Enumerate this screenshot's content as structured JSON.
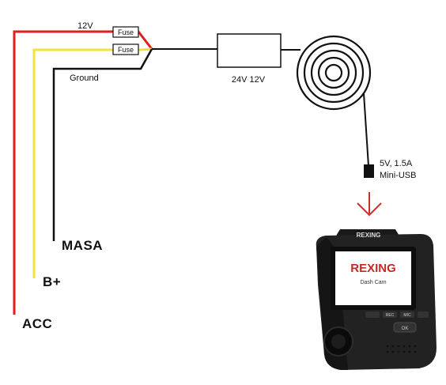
{
  "wires": {
    "top_label": "12V",
    "ground_label": "Ground",
    "fuse_1": "Fuse",
    "fuse_2": "Fuse"
  },
  "converter": {
    "label": "24V  12V"
  },
  "usb": {
    "line_1": "5V, 1.5A",
    "line_2": "Mini-USB"
  },
  "terminals": {
    "masa": "MASA",
    "bplus": "B+",
    "acc": "ACC"
  },
  "camera": {
    "brand_top": "REXING",
    "brand_screen": "REXING",
    "model_screen": "Dash Cam",
    "btn_rec": "REC",
    "btn_mic": "MIC",
    "btn_ok": "OK"
  },
  "colors": {
    "red_wire": "#e0201c",
    "yellow_wire": "#f3e23a",
    "black_wire": "#111111",
    "arrow": "#c9302c"
  }
}
